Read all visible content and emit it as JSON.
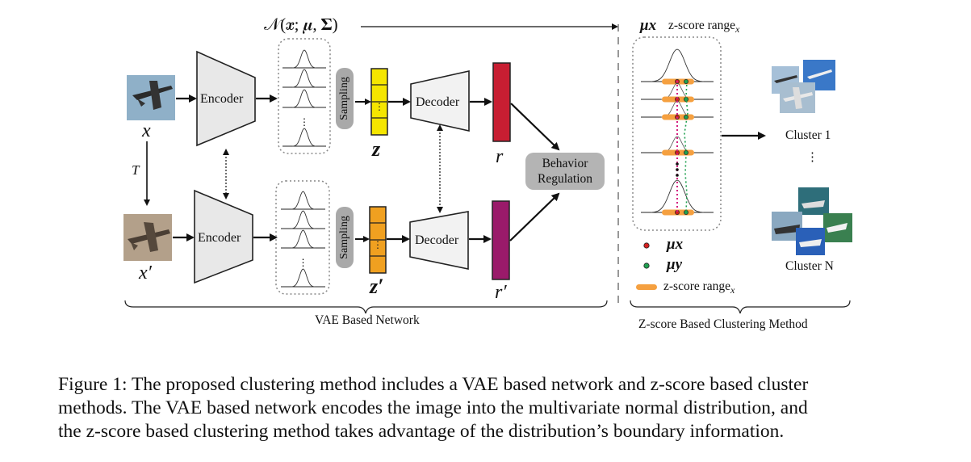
{
  "diagram": {
    "normal_dist": "𝒩(𝒙; 𝝁, 𝚺)",
    "encoder_label": "Encoder",
    "decoder_label": "Decoder",
    "sampling_label": "Sampling",
    "input_top": "x",
    "input_bottom": "x′",
    "transform_label": "T",
    "latent_top": "z",
    "latent_bottom": "z′",
    "output_top": "r",
    "output_bottom": "r′",
    "behavior_regulation": [
      "Behavior",
      "Regulation"
    ],
    "vae_network_label": "VAE Based Network",
    "mu_x_header": "μx",
    "zscore_header": "z-score range",
    "zscore_header_sub": "x",
    "cluster_1": "Cluster 1",
    "cluster_ellipsis": "⋮",
    "cluster_n": "Cluster N",
    "legend_mu_x": "μx",
    "legend_mu_y": "μy",
    "legend_zscore": "z-score range",
    "legend_zscore_sub": "x",
    "zscore_method_label": "Z-score Based Clustering Method",
    "colors": {
      "encoder_fill": "#e8e8e8",
      "sampling_fill": "#a9a9a9",
      "latent_top": "#f5e600",
      "latent_bottom": "#f0a020",
      "output_top": "#c81e32",
      "output_bottom": "#9a1a6a",
      "zscore_bar": "#f5a040",
      "mu_x_dot": "#d42020",
      "mu_y_dot": "#20a050",
      "behavior_fill": "#b4b4b4"
    }
  },
  "caption": [
    "Figure 1: The proposed clustering method includes a VAE based network and z-score based cluster",
    "methods. The VAE based network encodes the image into the multivariate normal distribution, and",
    "the z-score based clustering method takes advantage of the distribution’s boundary information."
  ]
}
